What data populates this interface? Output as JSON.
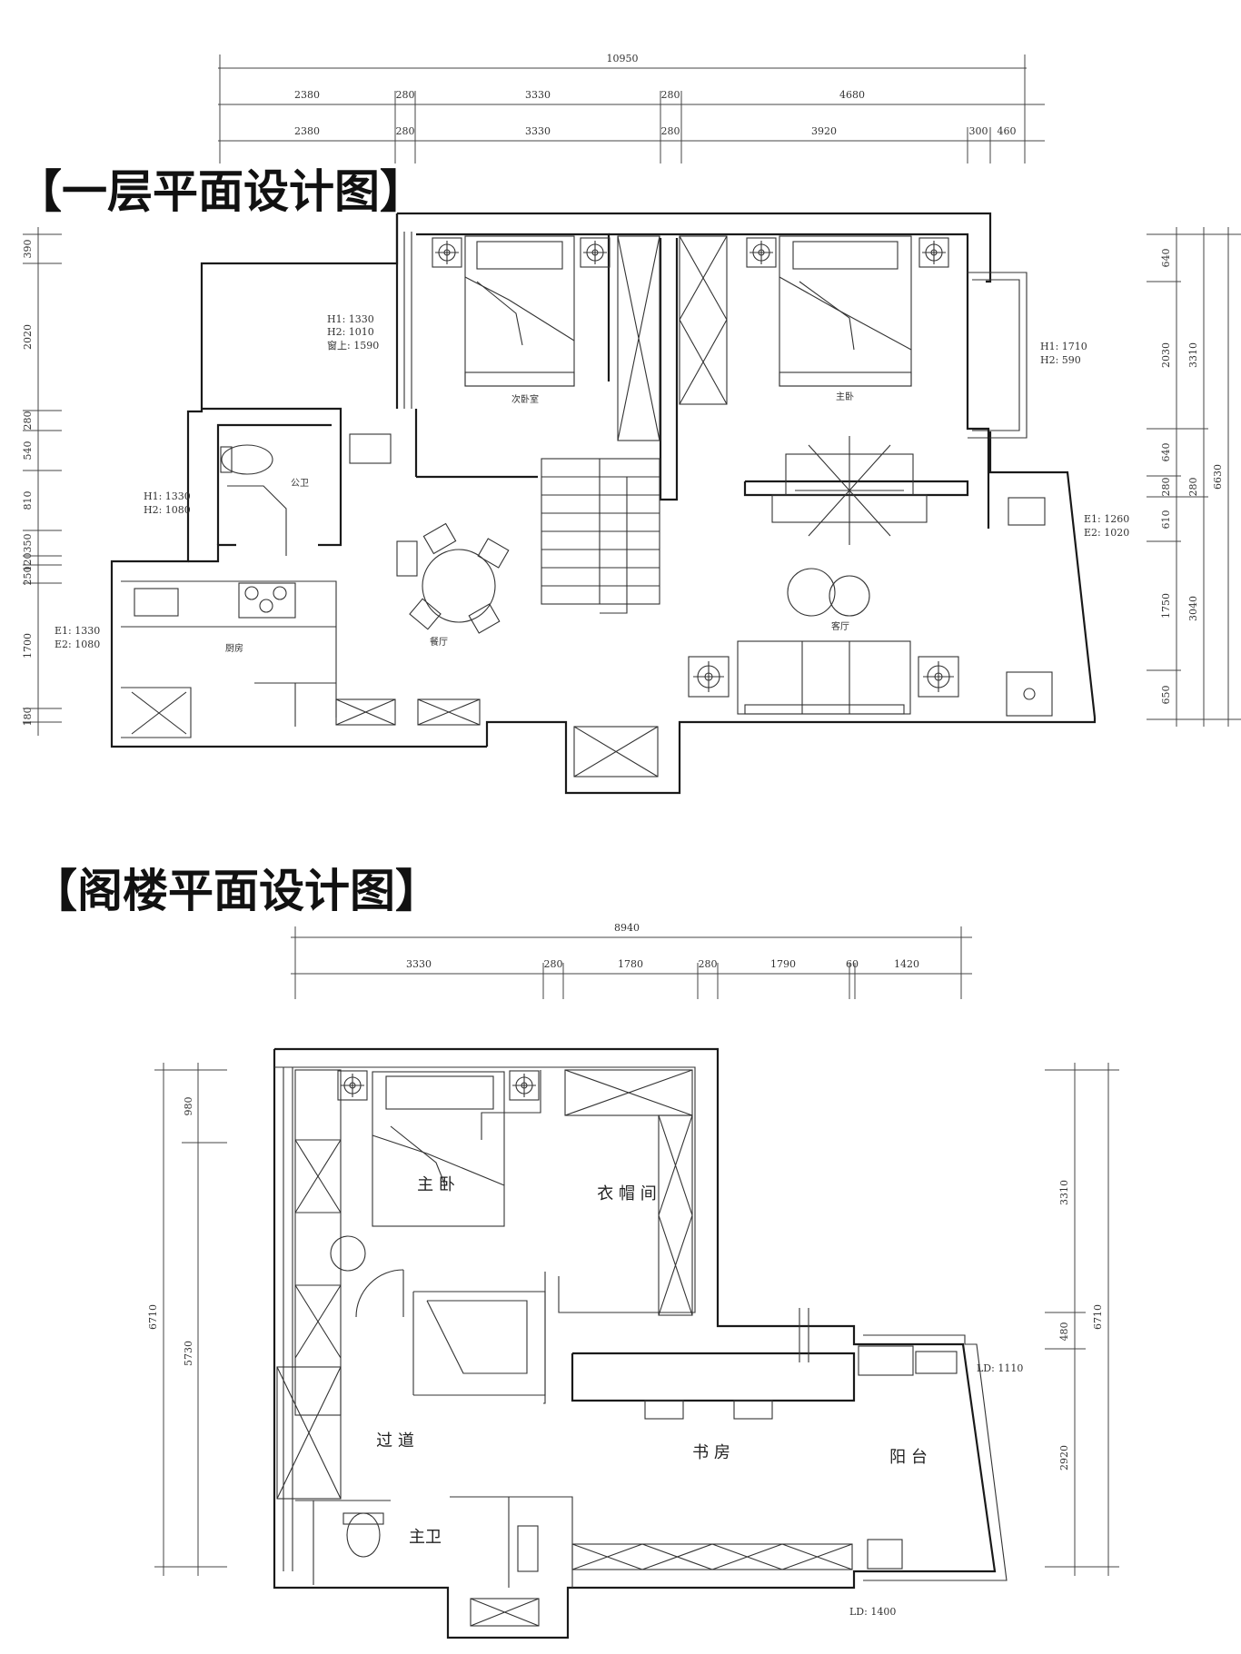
{
  "titles": {
    "ground": "【一层平面设计图】",
    "attic": "【阁楼平面设计图】"
  },
  "ground": {
    "dims_top": {
      "total": "10950",
      "row1": [
        "2380",
        "280",
        "3330",
        "280",
        "4680"
      ],
      "row2": [
        "2380",
        "280",
        "3330",
        "280",
        "3920",
        "300",
        "460"
      ]
    },
    "dims_left": [
      "390",
      "2020",
      "280",
      "540",
      "810",
      "350",
      "120",
      "250",
      "1700",
      "180"
    ],
    "dims_right_inner": [
      "640",
      "2030",
      "640",
      "280",
      "610",
      "1750",
      "650"
    ],
    "dims_right_mid": [
      "3310",
      "280",
      "3040"
    ],
    "dims_right_outer": "6630",
    "rooms": {
      "second_bedroom": "次卧室",
      "master": "主卧",
      "bath": "公卫",
      "dining": "餐厅",
      "kitchen": "厨房",
      "living": "客厅"
    },
    "notes": {
      "a1": "H1: 1330",
      "a2": "H2: 1010",
      "a3": "窗上: 1590",
      "b1": "H1: 1710",
      "b2": "H2: 590",
      "c1": "H1: 1330",
      "c2": "H2: 1080",
      "d1": "E1: 1330",
      "d2": "E2: 1080",
      "e1": "E1: 1260",
      "e2": "E2: 1020"
    }
  },
  "attic": {
    "dims_top": {
      "total": "8940",
      "row1": [
        "3330",
        "280",
        "1780",
        "280",
        "1790",
        "60",
        "1420"
      ]
    },
    "dims_left_inner": [
      "980",
      "5730"
    ],
    "dims_left_outer": "6710",
    "dims_right_inner": [
      "3310",
      "480",
      "2920"
    ],
    "dims_right_outer": "6710",
    "rooms": {
      "master": "主 卧",
      "closet": "衣 帽 间",
      "corridor": "过 道",
      "study": "书 房",
      "balcony": "阳 台",
      "master_bath": "主卫"
    },
    "notes": {
      "ld1": "LD: 1110",
      "ld2": "LD: 1400"
    }
  }
}
